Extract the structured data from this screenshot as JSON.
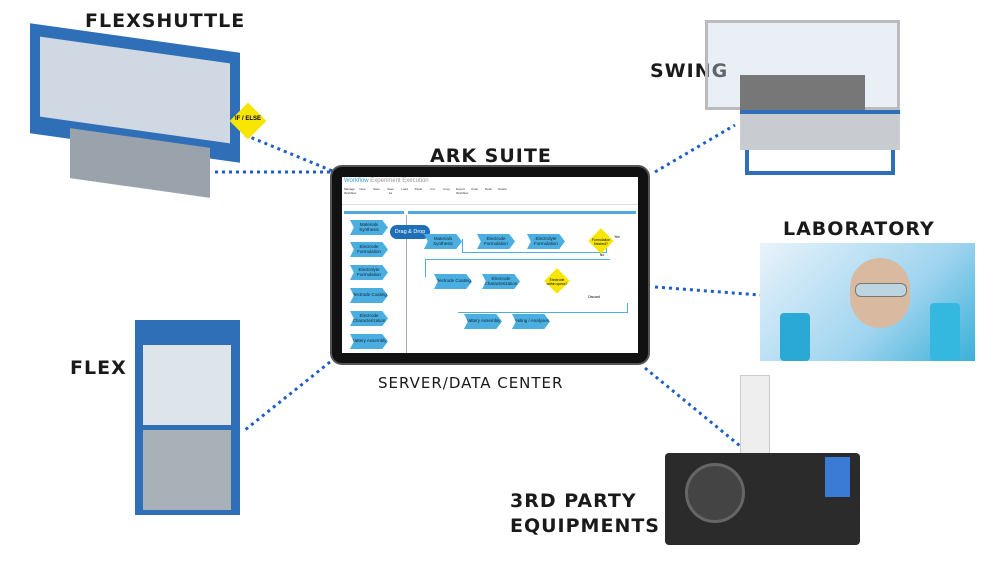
{
  "labels": {
    "flexshuttle": "FLEXSHUTTLE",
    "swing": "SWING",
    "ark_suite": "ARK SUITE",
    "laboratory": "LABORATORY",
    "flex": "FLEX",
    "server": "SERVER/DATA CENTER",
    "third_party_1": "3RD PARTY",
    "third_party_2": "EQUIPMENTS"
  },
  "flexshuttle_sign": "IF / ELSE",
  "screen": {
    "tabs": [
      "Workflow",
      "Experiment",
      "Execution"
    ],
    "toolbar": [
      "Manage Workflow",
      "New",
      "Save",
      "Save As",
      "Load",
      "Paste",
      "Cut",
      "Copy",
      "Export Workflow",
      "Undo",
      "Redo",
      "Delete"
    ],
    "drag_drop": "Drag & Drop",
    "palette": [
      "Materials Synthesis",
      "Electrode Formulation",
      "Electrolyte Formulation",
      "Electrode Coating",
      "Electrode Characterization",
      "Battery Assembly"
    ],
    "flow": [
      "Materials Synthesis",
      "Electrode Formulation",
      "Electrolyte Formulation",
      "Electrode Coating",
      "Electrode Characterization",
      "Battery Assembly",
      "Testing / Analyses"
    ],
    "decisions": [
      "Formulation finished?",
      "Electrode within specs?"
    ],
    "yes": "Yes",
    "no": "No",
    "discard": "Discard"
  },
  "colors": {
    "line": "#1f5fc4",
    "accent": "#4aaee0",
    "machine": "#2f6fb8",
    "decision": "#f7e600"
  }
}
